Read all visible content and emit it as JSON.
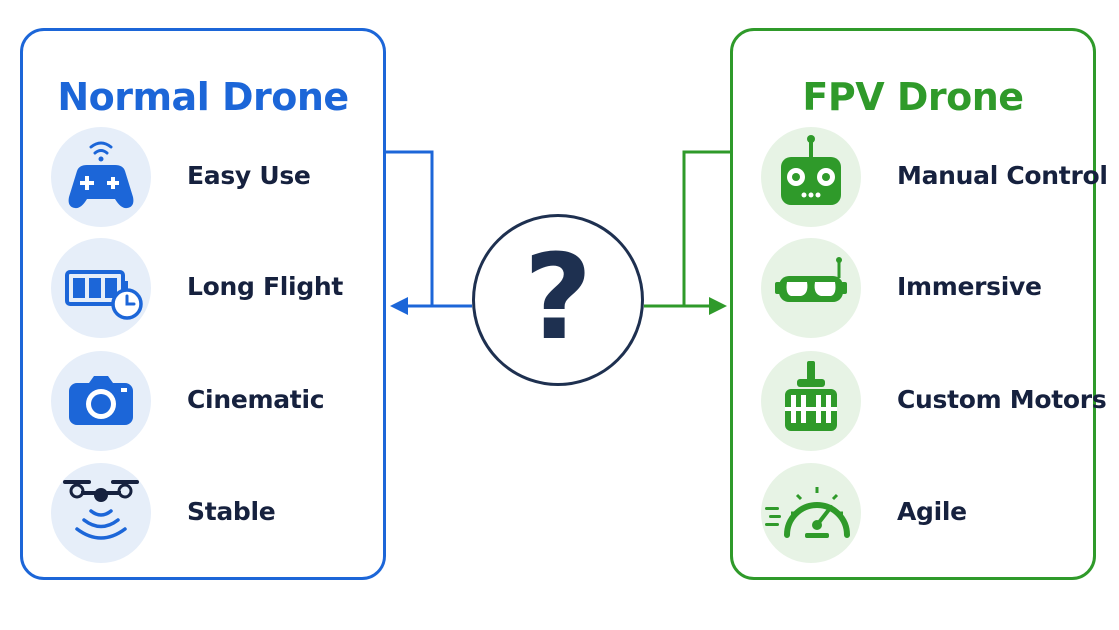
{
  "left_panel": {
    "title": "Normal Drone",
    "accent_color": "#1c66d8",
    "items": [
      {
        "label": "Easy Use",
        "icon": "gamepad-icon"
      },
      {
        "label": "Long Flight",
        "icon": "battery-clock-icon"
      },
      {
        "label": "Cinematic",
        "icon": "camera-icon"
      },
      {
        "label": "Stable",
        "icon": "drone-signal-icon"
      }
    ]
  },
  "right_panel": {
    "title": "FPV Drone",
    "accent_color": "#2f9a2a",
    "items": [
      {
        "label": "Manual Control",
        "icon": "radio-controller-icon"
      },
      {
        "label": "Immersive",
        "icon": "fpv-goggles-icon"
      },
      {
        "label": "Custom Motors",
        "icon": "motor-icon"
      },
      {
        "label": "Agile",
        "icon": "speedometer-icon"
      }
    ]
  },
  "center": {
    "symbol": "?",
    "color": "#1e3050"
  }
}
